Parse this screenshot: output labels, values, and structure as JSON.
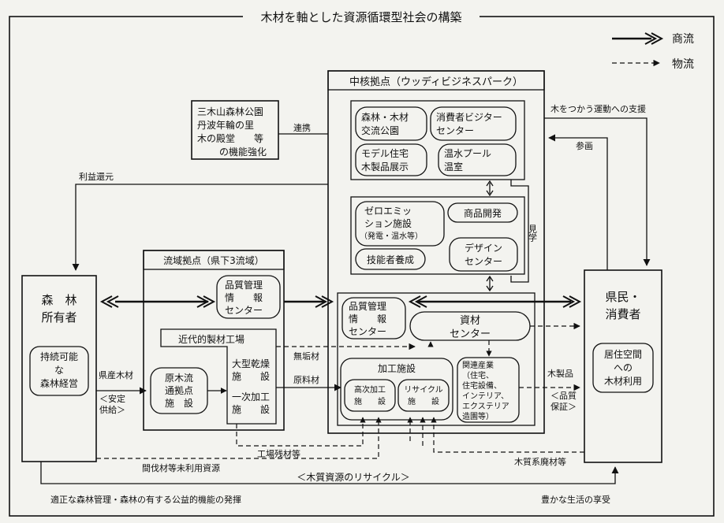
{
  "title": "木材を軸とした資源循環型社会の構築",
  "legend": {
    "commerce": "商流",
    "logistics": "物流"
  },
  "hub": {
    "title": "中核拠点（ウッディビジネスパーク）",
    "top": {
      "b1": [
        "森林・木材",
        "交流公園"
      ],
      "b2": [
        "消費者ビジター",
        "センター"
      ],
      "b3": [
        "モデル住宅",
        "木製品展示"
      ],
      "b4": [
        "温水プール",
        "温室"
      ]
    },
    "mid": {
      "b1": [
        "ゼロエミッ",
        "ション施設",
        "（発電・温水等）"
      ],
      "b2": "商品開発",
      "b3": "技能者養成",
      "b4": [
        "デザイン",
        "センター"
      ]
    },
    "bottom": {
      "qc": [
        "品質管理",
        "情　　報",
        "センター"
      ],
      "materials": [
        "資材",
        "センター"
      ],
      "processing": "加工施設",
      "advanced": [
        "高次加工",
        "施　　設"
      ],
      "recycle": [
        "リサイクル",
        "施　　設"
      ],
      "related": [
        "関連産業",
        "（住宅、",
        "住宅設備、",
        "インテリア、",
        "エクステリア",
        "造園等）"
      ]
    }
  },
  "partner": [
    "三木山森林公園",
    "丹波年輪の里",
    "木の殿堂　　等",
    "の機能強化"
  ],
  "regional": {
    "title": "流域拠点（県下3流域）",
    "qc": [
      "品質管理",
      "情　　報",
      "センター"
    ],
    "sawmill": "近代的製材工場",
    "log_depot": [
      "原木流",
      "通拠点",
      "施　設"
    ],
    "dryer": [
      "大型乾燥",
      "施　　設"
    ],
    "primary": [
      "一次加工",
      "施　　設"
    ]
  },
  "owner": {
    "title": [
      "森　林",
      "所有者"
    ],
    "inner": [
      "持続可能",
      "な",
      "森林経営"
    ]
  },
  "citizen": {
    "title": [
      "県民・",
      "消費者"
    ],
    "inner": [
      "居住空間",
      "への",
      "木材利用"
    ]
  },
  "labels": {
    "renkei": "連携",
    "rieki": "利益還元",
    "support": "木をつかう運動への支援",
    "sankaku": "参画",
    "kengaku": "見学",
    "kensan": "県産木材",
    "antei": [
      "＜安定",
      "供給＞"
    ],
    "mukuzai": "無垢材",
    "genryou": "原料材",
    "mokuseihin": "木製品",
    "hinshitsu": [
      "＜品質",
      "保証＞"
    ],
    "koujou": "工場残材等",
    "kanbatsu": "間伐材等未利用資源",
    "mokushitsu": "木質系廃材等",
    "recycle_caption": "＜木質資源のリサイクル＞",
    "tekisei": "適正な森林管理・森林の有する公益的機能の発揮",
    "yutaka": "豊かな生活の享受"
  }
}
